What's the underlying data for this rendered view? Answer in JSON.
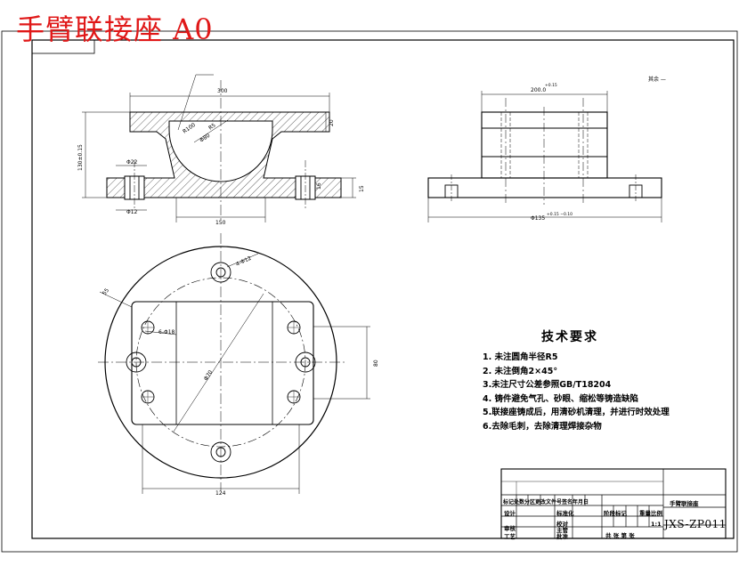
{
  "title": "手臂联接座 A0",
  "top_right_note": "其余 —",
  "front_view": {
    "dim_top": "300",
    "dim_height": "130±0.15",
    "dim_flange": "20",
    "dim_r": "R100",
    "dim_r2": "R5",
    "dim_bore": "Φ80",
    "dim_slot": "Φ22",
    "dim_hole": "Φ12",
    "dim_base_thk": "15",
    "dim_step": "16",
    "dim_bottom": "150"
  },
  "side_view": {
    "dim_top": "200.0",
    "dim_top_tol": "+0.15",
    "dim_bottom": "Φ135",
    "dim_bottom_tol": "+0.15 −0.10"
  },
  "plan_view": {
    "dim_pcd": "Φ70",
    "dim_pcd_tol": "4-Φ12",
    "dim_outer": "55",
    "dim_hole": "6-Φ18",
    "dim_right": "80",
    "dim_bottom": "124"
  },
  "tech": {
    "heading": "技术要求",
    "items": [
      "1. 未注圆角半径R5",
      "2. 未注倒角2×45°",
      "3.未注尺寸公差参照GB/T18204",
      "4. 铸件避免气孔、砂眼、缩松等铸造缺陷",
      "5.联接座铸成后，用清砂机清理，并进行时效处理",
      "6.去除毛刺，去除清理焊接杂物"
    ]
  },
  "title_block": {
    "part_name": "手臂联接座",
    "drawing_no": "JXS-ZP011",
    "scale": "1:1",
    "row_header": "标记处数分区更改文件号签名年月日",
    "design": "设计",
    "standard": "标准化",
    "check": "审核",
    "process": "工艺",
    "approve": "批准",
    "stage": "阶段标记",
    "weight": "重量",
    "ratio": "比例",
    "sheets": "共 张 第 张",
    "chief": "主管",
    "proofread": "校对"
  }
}
